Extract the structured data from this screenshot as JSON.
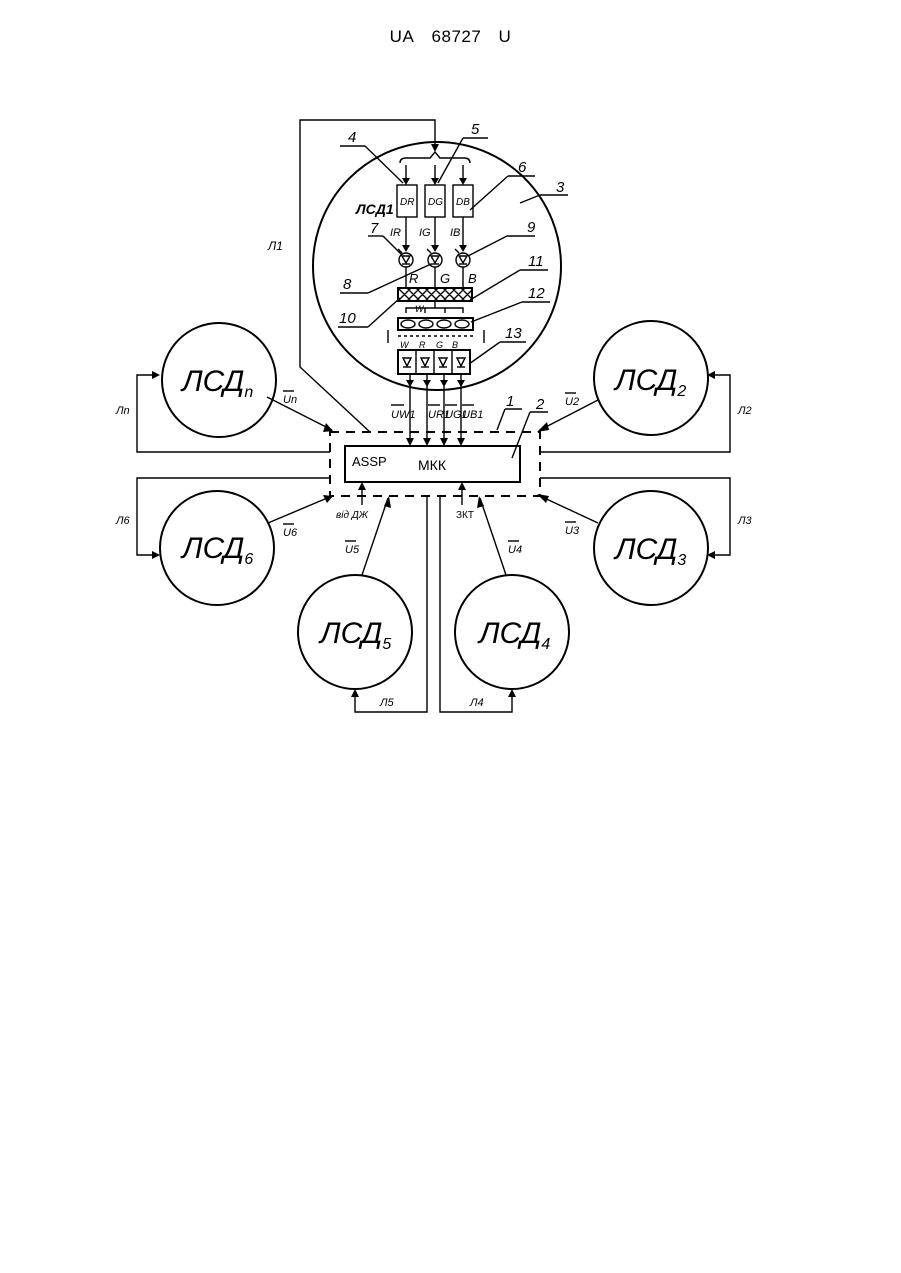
{
  "header": {
    "country": "UA",
    "number": "68727",
    "kind": "U"
  },
  "nodes": {
    "lsd1": "ЛСД1",
    "lsd2": {
      "base": "ЛСД",
      "sub": "2"
    },
    "lsd3": {
      "base": "ЛСД",
      "sub": "3"
    },
    "lsd4": {
      "base": "ЛСД",
      "sub": "4"
    },
    "lsd5": {
      "base": "ЛСД",
      "sub": "5"
    },
    "lsd6": {
      "base": "ЛСД",
      "sub": "6"
    },
    "lsdn": {
      "base": "ЛСД",
      "sub": "n"
    }
  },
  "controller": {
    "assp": "ASSP",
    "mkk": "МКК"
  },
  "drivers": {
    "r": "DR",
    "g": "DG",
    "b": "DB"
  },
  "currents": {
    "r": "IR",
    "g": "IG",
    "b": "IB"
  },
  "colors_top": {
    "r": "R",
    "g": "G",
    "b": "B"
  },
  "sensor_labels": {
    "w": "W",
    "r": "R",
    "g": "G",
    "b": "B"
  },
  "output_signals": {
    "w": "UW1",
    "r": "UR1",
    "g": "UG1",
    "b": "UB1"
  },
  "link_signals": {
    "u2": "U2",
    "u3": "U3",
    "u4": "U4",
    "u5": "U5",
    "u6": "U6",
    "un": "Un"
  },
  "lines": {
    "l1": "Л1",
    "l2": "Л2",
    "l3": "Л3",
    "l4": "Л4",
    "l5": "Л5",
    "l6": "Л6",
    "ln": "Лn"
  },
  "inputs": {
    "djk": "від ДЖ",
    "zkt": "ЗКТ"
  },
  "callouts": [
    "1",
    "2",
    "3",
    "4",
    "5",
    "6",
    "7",
    "8",
    "9",
    "10",
    "11",
    "12",
    "13"
  ]
}
